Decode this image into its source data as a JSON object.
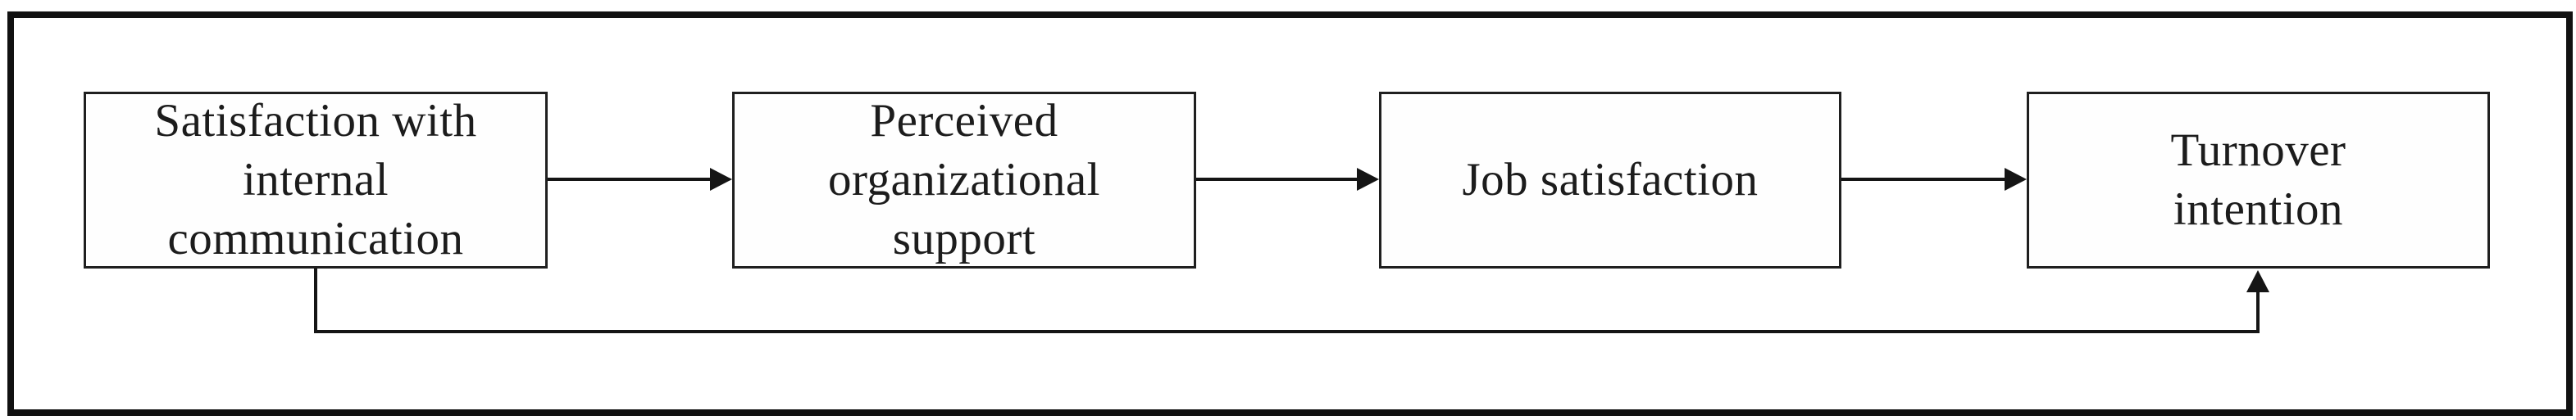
{
  "figure": {
    "background_color": "#ffffff",
    "line_color": "#151515",
    "box_border_color": "#1f1f1f"
  },
  "nodes": [
    {
      "id": "satisfaction-with-internal-communication",
      "label": "Satisfaction with\ninternal\ncommunication"
    },
    {
      "id": "perceived-organizational-support",
      "label": "Perceived\norganizational\nsupport"
    },
    {
      "id": "job-satisfaction",
      "label": "Job satisfaction"
    },
    {
      "id": "turnover-intention",
      "label": "Turnover\nintention"
    }
  ],
  "edges": [
    {
      "from": "satisfaction-with-internal-communication",
      "to": "perceived-organizational-support",
      "style": "straight-arrow"
    },
    {
      "from": "perceived-organizational-support",
      "to": "job-satisfaction",
      "style": "straight-arrow"
    },
    {
      "from": "job-satisfaction",
      "to": "turnover-intention",
      "style": "straight-arrow"
    },
    {
      "from": "satisfaction-with-internal-communication",
      "to": "turnover-intention",
      "style": "elbow-arrow-under-boxes"
    }
  ]
}
